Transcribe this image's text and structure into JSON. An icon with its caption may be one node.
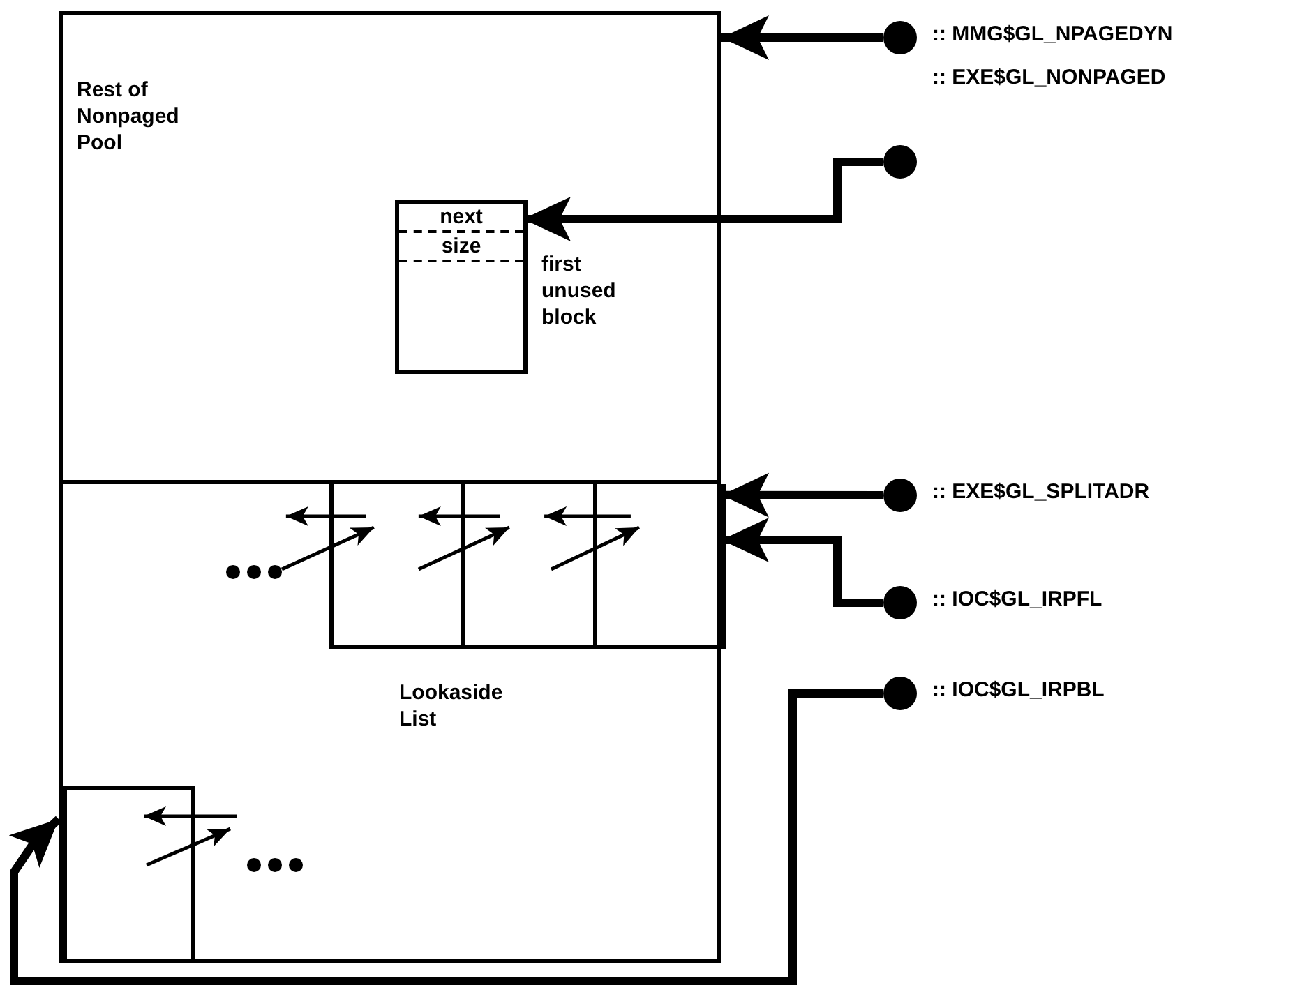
{
  "diagram": {
    "nodes": [
      {
        "text": [
          "Rest of Nonpaged Pool"
        ]
      },
      {
        "text": [
          "next",
          "size"
        ],
        "beside": [
          "first unused block"
        ],
        "in": 0
      },
      {
        "text": [
          "Lookaside List"
        ]
      },
      {
        "text": [],
        "shape": "box",
        "in": 2
      },
      {
        "text": [],
        "shape": "box",
        "in": 2
      },
      {
        "text": [],
        "shape": "box",
        "in": 2
      },
      {
        "text": [],
        "shape": "box",
        "in": 2
      },
      {
        "text": [],
        "shape": "circle",
        "beside": [
          ":: MMG$GL_NPAGEDYN",
          ":: EXE$GL_NONPAGED"
        ]
      },
      {
        "text": [],
        "shape": "circle"
      },
      {
        "text": [],
        "shape": "circle",
        "beside": [
          ":: EXE$GL_SPLITADR"
        ]
      },
      {
        "text": [],
        "shape": "circle",
        "beside": [
          ":: IOC$GL_IRPFL"
        ]
      },
      {
        "text": [],
        "shape": "circle",
        "beside": [
          ":: IOC$GL_IRPBL"
        ]
      }
    ],
    "edges": [
      {
        "from": 7,
        "to": 0,
        "arrow": "to",
        "style": "thick"
      },
      {
        "from": 8,
        "to": 1,
        "arrow": "to",
        "style": "thick"
      },
      {
        "from": 9,
        "to": 2,
        "arrow": "to",
        "style": "thick"
      },
      {
        "from": 10,
        "to": 5,
        "arrow": "to",
        "style": "thick"
      },
      {
        "from": 11,
        "to": 6,
        "arrow": "to",
        "style": "thick"
      },
      {
        "from": null,
        "to": 3,
        "arrow": "to"
      },
      {
        "from": 3,
        "to": 4,
        "arrow": "to"
      },
      {
        "from": 4,
        "to": 5,
        "arrow": "to"
      },
      {
        "from": 3,
        "to": 2,
        "arrow": "to"
      },
      {
        "from": 4,
        "to": 3,
        "arrow": "to"
      },
      {
        "from": 5,
        "to": 4,
        "arrow": "to"
      },
      {
        "from": null,
        "to": 6,
        "arrow": "to"
      },
      {
        "from": 6,
        "to": null,
        "arrow": "to"
      }
    ]
  }
}
